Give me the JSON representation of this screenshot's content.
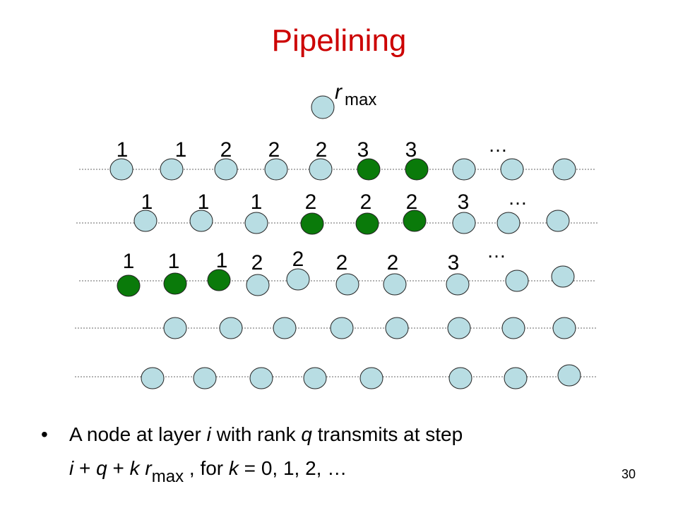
{
  "title": "Pipelining",
  "colors": {
    "title": "#cc0000",
    "node_default": "#b8dde3",
    "node_active": "#0a7a0a",
    "node_stroke": "#222222",
    "layer_line": "#666666"
  },
  "root": {
    "label_main": "r",
    "label_sub": "max"
  },
  "layers": [
    {
      "nodes": [
        {
          "label": "1",
          "active": false
        },
        {
          "label": "1",
          "active": false
        },
        {
          "label": "2",
          "active": false
        },
        {
          "label": "2",
          "active": false
        },
        {
          "label": "2",
          "active": false
        },
        {
          "label": "3",
          "active": true
        },
        {
          "label": "3",
          "active": true
        },
        {
          "label": "",
          "active": false
        },
        {
          "label": "",
          "active": false
        },
        {
          "label": "",
          "active": false
        }
      ],
      "ellipsis": "…"
    },
    {
      "nodes": [
        {
          "label": "1",
          "active": false
        },
        {
          "label": "1",
          "active": false
        },
        {
          "label": "1",
          "active": false
        },
        {
          "label": "2",
          "active": true
        },
        {
          "label": "2",
          "active": true
        },
        {
          "label": "2",
          "active": true
        },
        {
          "label": "3",
          "active": false
        },
        {
          "label": "",
          "active": false
        },
        {
          "label": "",
          "active": false
        }
      ],
      "ellipsis": "…"
    },
    {
      "nodes": [
        {
          "label": "1",
          "active": true
        },
        {
          "label": "1",
          "active": true
        },
        {
          "label": "1",
          "active": true
        },
        {
          "label": "2",
          "active": false
        },
        {
          "label": "2",
          "active": false
        },
        {
          "label": "2",
          "active": false
        },
        {
          "label": "2",
          "active": false
        },
        {
          "label": "3",
          "active": false
        },
        {
          "label": "",
          "active": false
        },
        {
          "label": "",
          "active": false
        }
      ],
      "ellipsis": "…"
    },
    {
      "nodes": [
        {
          "label": "",
          "active": false
        },
        {
          "label": "",
          "active": false
        },
        {
          "label": "",
          "active": false
        },
        {
          "label": "",
          "active": false
        },
        {
          "label": "",
          "active": false
        },
        {
          "label": "",
          "active": false
        },
        {
          "label": "",
          "active": false
        },
        {
          "label": "",
          "active": false
        }
      ],
      "ellipsis": ""
    },
    {
      "nodes": [
        {
          "label": "",
          "active": false
        },
        {
          "label": "",
          "active": false
        },
        {
          "label": "",
          "active": false
        },
        {
          "label": "",
          "active": false
        },
        {
          "label": "",
          "active": false
        },
        {
          "label": "",
          "active": false
        },
        {
          "label": "",
          "active": false
        },
        {
          "label": "",
          "active": false
        }
      ],
      "ellipsis": ""
    }
  ],
  "bullet": {
    "line1_pre": "A node at layer ",
    "line1_i": "i",
    "line1_mid": " with rank ",
    "line1_q": "q",
    "line1_post": " transmits at step",
    "line2_i": "i",
    "line2_plus1": " + ",
    "line2_q": "q",
    "line2_plus2": " + ",
    "line2_k": "k",
    "line2_r": " r",
    "line2_sub": "max",
    "line2_comma": " , for ",
    "line2_k2": "k",
    "line2_tail": " = 0, 1, 2, …"
  },
  "page_number": "30"
}
